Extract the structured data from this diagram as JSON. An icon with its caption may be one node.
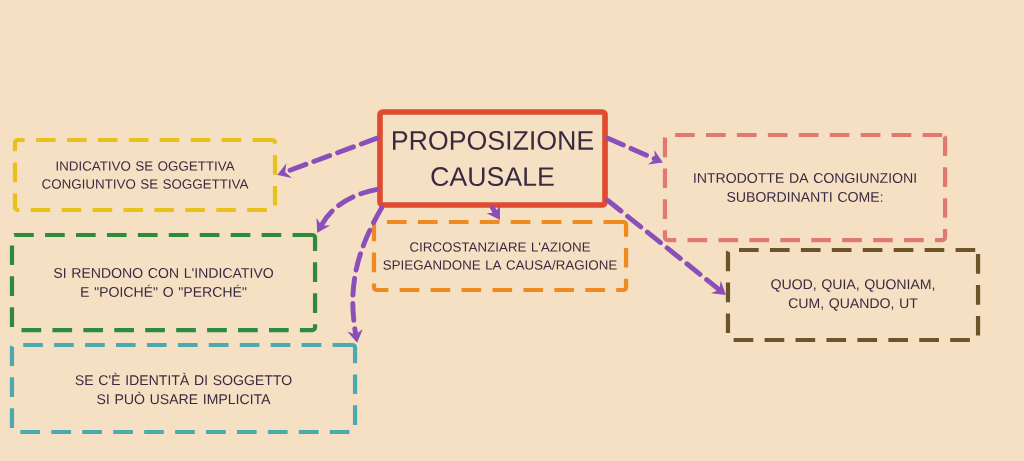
{
  "diagram": {
    "nodes": [
      {
        "text": [
          "PROPOSIZIONE CAUSALE"
        ]
      },
      {
        "text": [
          "INDICATIVO SE OGGETTIVA CONGIUNTIVO SE SOGGETTIVA"
        ]
      },
      {
        "text": [
          "INTRODOTTE DA CONGIUNZIONI SUBORDINANTI COME:"
        ]
      },
      {
        "text": [
          "SI RENDONO CON L'INDICATIVO E \"POICHÉ\" O \"PERCHÉ\""
        ]
      },
      {
        "text": [
          "CIRCOSTANZIARE L'AZIONE SPIEGANDONE LA CAUSA/RAGIONE"
        ]
      },
      {
        "text": [
          "QUOD, QUIA, QUONIAM, CUM, QUANDO, UT"
        ]
      },
      {
        "text": [
          "SE C'È IDENTITÀ DI SOGGETTO SI PUÒ USARE IMPLICITA"
        ]
      }
    ],
    "edges": [
      {
        "from": 0,
        "to": 1,
        "arrow": "to"
      },
      {
        "from": 0,
        "to": 2,
        "arrow": "to"
      },
      {
        "from": 0,
        "to": 3,
        "arrow": "to"
      },
      {
        "from": 0,
        "to": 4,
        "arrow": "to"
      },
      {
        "from": 0,
        "to": 5,
        "arrow": "to"
      },
      {
        "from": 0,
        "to": 6,
        "arrow": "to"
      }
    ]
  }
}
